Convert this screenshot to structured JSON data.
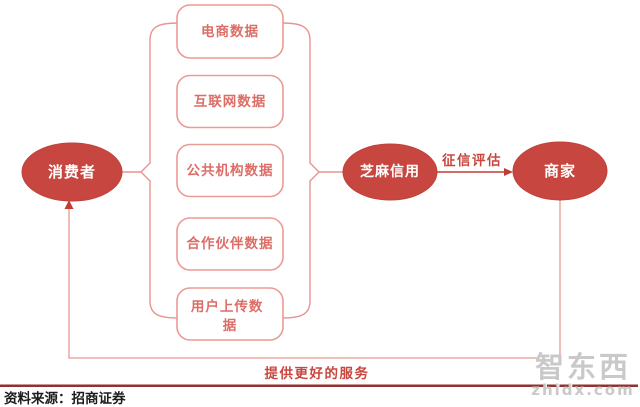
{
  "diagram": {
    "nodes": {
      "consumer": {
        "label": "消费者"
      },
      "zhima": {
        "label": "芝麻信用"
      },
      "merchant": {
        "label": "商家"
      }
    },
    "data_sources": [
      {
        "label": "电商数据"
      },
      {
        "label": "互联网数据"
      },
      {
        "label": "公共机构数据"
      },
      {
        "label": "合作伙伴数据"
      },
      {
        "label": "用户上传数据",
        "lines": [
          "用户上传数",
          "据"
        ]
      }
    ],
    "edges": {
      "assessment_label": "征信评估",
      "feedback_label": "提供更好的服务"
    },
    "colors": {
      "node_fill": "#c7463f",
      "box_border": "#eb9a94",
      "box_text": "#dc6e67",
      "bracket_line": "#e8948e",
      "arrow_red": "#c23b33",
      "separator": "#8e3331",
      "watermark_gray": "#c9c9c9"
    }
  },
  "footer": {
    "source": "资料来源：招商证券"
  },
  "watermark": {
    "name": "智东西",
    "url": "zhidx.com"
  }
}
